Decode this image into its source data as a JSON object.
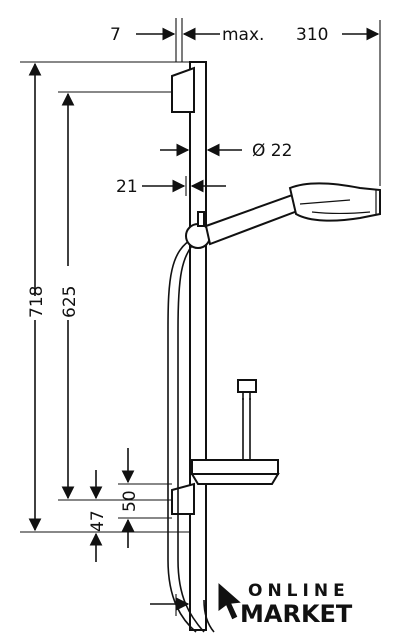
{
  "dimensions": {
    "top_gap": "7",
    "max_label": "max.",
    "reach": "310",
    "pipe_diameter": "Ø 22",
    "offset": "21",
    "total_height": "718",
    "bracket_span": "625",
    "lower_bracket": "50",
    "bottom_offset": "47"
  },
  "watermark": {
    "line1": "ONLINE",
    "line2": "MARKET"
  }
}
